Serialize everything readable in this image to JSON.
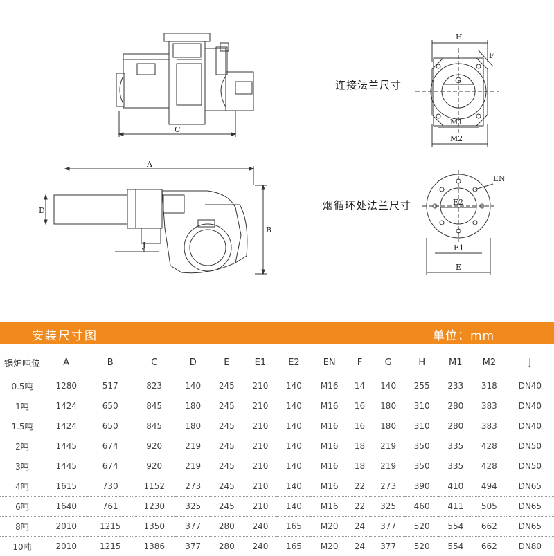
{
  "drawings": {
    "flange_connect_label": "连接法兰尺寸",
    "flange_recirc_label": "烟循环处法兰尺寸",
    "dim_labels": {
      "A": "A",
      "B": "B",
      "C": "C",
      "D": "D",
      "J": "J",
      "H": "H",
      "F": "F",
      "G": "G",
      "M1": "M1",
      "M2": "M2",
      "EN": "EN",
      "E2": "E2",
      "E1": "E1",
      "E": "E"
    }
  },
  "header_bar": {
    "title": "安装尺寸图",
    "unit": "单位：mm",
    "color": "#f08a1d"
  },
  "table": {
    "columns": [
      "锅炉吨位",
      "A",
      "B",
      "C",
      "D",
      "E",
      "E1",
      "E2",
      "EN",
      "F",
      "G",
      "H",
      "M1",
      "M2",
      "J"
    ],
    "rows": [
      [
        "0.5吨",
        "1280",
        "517",
        "823",
        "140",
        "245",
        "210",
        "140",
        "M16",
        "14",
        "140",
        "255",
        "233",
        "318",
        "DN40"
      ],
      [
        "1吨",
        "1424",
        "650",
        "845",
        "180",
        "245",
        "210",
        "140",
        "M16",
        "16",
        "180",
        "310",
        "280",
        "383",
        "DN40"
      ],
      [
        "1.5吨",
        "1424",
        "650",
        "845",
        "180",
        "245",
        "210",
        "140",
        "M16",
        "16",
        "180",
        "310",
        "280",
        "383",
        "DN40"
      ],
      [
        "2吨",
        "1445",
        "674",
        "920",
        "219",
        "245",
        "210",
        "140",
        "M16",
        "18",
        "219",
        "350",
        "335",
        "428",
        "DN50"
      ],
      [
        "3吨",
        "1445",
        "674",
        "920",
        "219",
        "245",
        "210",
        "140",
        "M16",
        "18",
        "219",
        "350",
        "335",
        "428",
        "DN50"
      ],
      [
        "4吨",
        "1615",
        "730",
        "1152",
        "273",
        "245",
        "210",
        "140",
        "M16",
        "22",
        "273",
        "390",
        "410",
        "494",
        "DN65"
      ],
      [
        "6吨",
        "1640",
        "761",
        "1230",
        "325",
        "245",
        "210",
        "140",
        "M16",
        "22",
        "325",
        "460",
        "411",
        "505",
        "DN65"
      ],
      [
        "8吨",
        "2010",
        "1215",
        "1350",
        "377",
        "280",
        "240",
        "165",
        "M20",
        "24",
        "377",
        "520",
        "554",
        "662",
        "DN65"
      ],
      [
        "10吨",
        "2010",
        "1215",
        "1386",
        "377",
        "280",
        "240",
        "165",
        "M20",
        "24",
        "377",
        "520",
        "554",
        "662",
        "DN80"
      ]
    ]
  }
}
